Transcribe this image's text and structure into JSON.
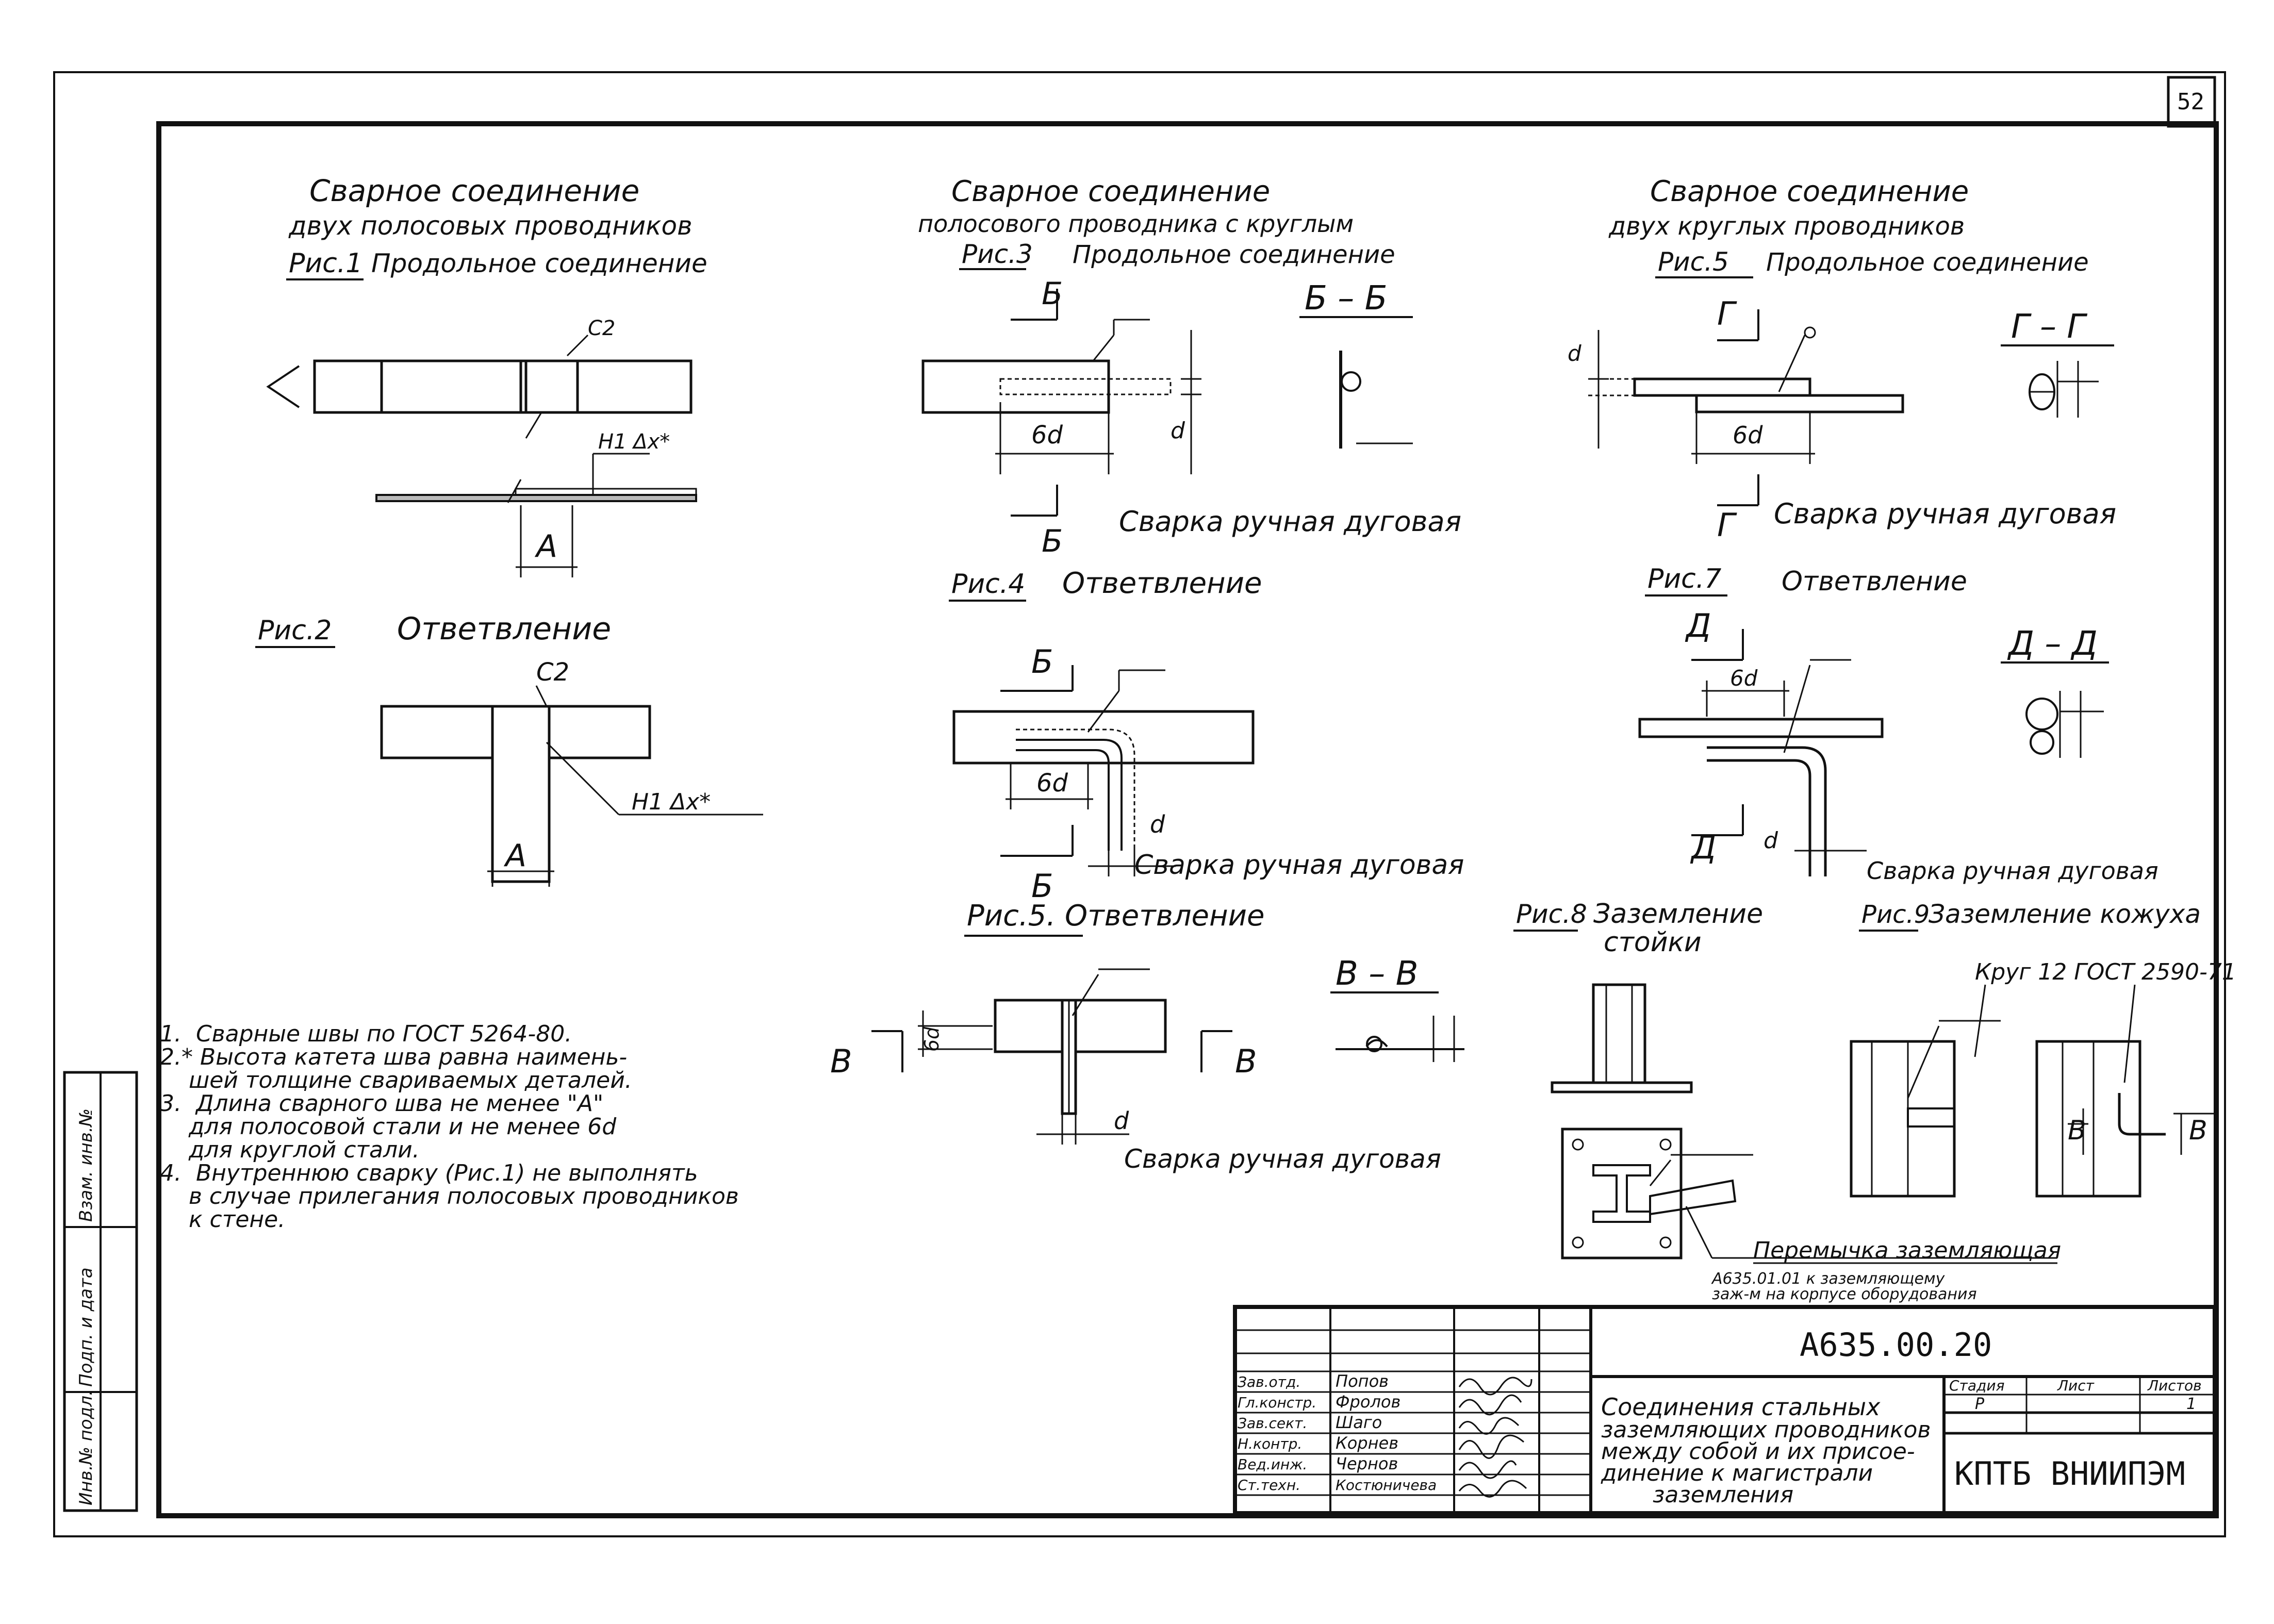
{
  "sheet": {
    "page_number": "52"
  },
  "fig1": {
    "title_line1": "Сварное соединение",
    "title_line2": "двух полосовых проводников",
    "caption": "Рис.1",
    "caption_text": "Продольное соединение",
    "mark_c2": "С2",
    "weld_symbol": "Н1 Δх*",
    "dim_a": "А"
  },
  "fig2": {
    "caption": "Рис.2",
    "caption_text": "Ответвление",
    "mark_c2": "С2",
    "weld_symbol": "Н1 Δх*",
    "dim_a": "А"
  },
  "fig3": {
    "title_line1": "Сварное соединение",
    "title_line2": "полосового проводника с круглым",
    "caption": "Рис.3",
    "caption_text": "Продольное соединение",
    "section_mark": "Б",
    "section_title": "Б – Б",
    "dim_6d": "6d",
    "dim_d": "d",
    "weld_note": "Сварка ручная дуговая"
  },
  "fig4": {
    "caption": "Рис.4",
    "caption_text": "Ответвление",
    "section_mark": "Б",
    "dim_6d": "6d",
    "dim_d": "d",
    "weld_note": "Сварка ручная дуговая"
  },
  "fig5a": {
    "title_line1": "Сварное соединение",
    "title_line2": "двух круглых проводников",
    "caption": "Рис.5",
    "caption_text": "Продольное соединение",
    "section_mark": "Г",
    "section_title": "Г – Г",
    "dim_6d": "6d",
    "dim_d": "d",
    "weld_note": "Сварка ручная дуговая"
  },
  "fig5b": {
    "caption": "Рис.5. Ответвление",
    "section_mark": "В",
    "section_title": "В – В",
    "dim_6d": "6d",
    "dim_d": "d",
    "weld_note": "Сварка ручная дуговая"
  },
  "fig7": {
    "caption": "Рис.7",
    "caption_text": "Ответвление",
    "section_mark": "Д",
    "section_title": "Д – Д",
    "dim_6d": "6d",
    "dim_d": "d",
    "weld_note": "Сварка ручная дуговая"
  },
  "fig8": {
    "caption": "Рис.8",
    "caption_text_line1": "Заземление",
    "caption_text_line2": "стойки"
  },
  "fig9": {
    "caption": "Рис.9",
    "caption_text": "Заземление кожуха",
    "callout_rod": "Круг 12 ГОСТ 2590-71",
    "section_mark": "В",
    "jumper_title": "Перемычка заземляющая",
    "jumper_line1": "А635.01.01 к заземляющему",
    "jumper_line2": "заж-м на корпусе оборудования"
  },
  "notes": [
    "1.  Сварные швы по ГОСТ 5264-80.",
    "2.* Высота катета шва равна наимень-",
    "    шей толщине свариваемых деталей.",
    "3.  Длина сварного шва не менее \"А\"",
    "    для полосовой стали и не менее 6d",
    "    для круглой стали.",
    "4.  Внутреннюю сварку (Рис.1) не выполнять",
    "    в случае прилегания полосовых проводников",
    "    к стене."
  ],
  "side_stamp": {
    "cells": [
      "Инв.№ подл.",
      "Подп. и дата",
      "Взам. инв.№"
    ]
  },
  "title_block": {
    "doc_code": "А635.00.20",
    "roles": [
      "Зав.отд.",
      "Гл.констр.",
      "Зав.сект.",
      "Н.контр.",
      "Вед.инж.",
      "Ст.техн."
    ],
    "names": [
      "Попов",
      "Фролов",
      "Шаго",
      "Корнев",
      "Чернов",
      "Костюничева"
    ],
    "title_lines": [
      "Соединения стальных",
      "заземляющих проводников",
      "между собой и их присое-",
      "динение к магистрали",
      "заземления"
    ],
    "stage_label": "Стадия",
    "sheet_label": "Лист",
    "sheets_label": "Листов",
    "stage_value": "Р",
    "sheets_value": "1",
    "organization": "КПТБ ВНИИПЭМ"
  }
}
